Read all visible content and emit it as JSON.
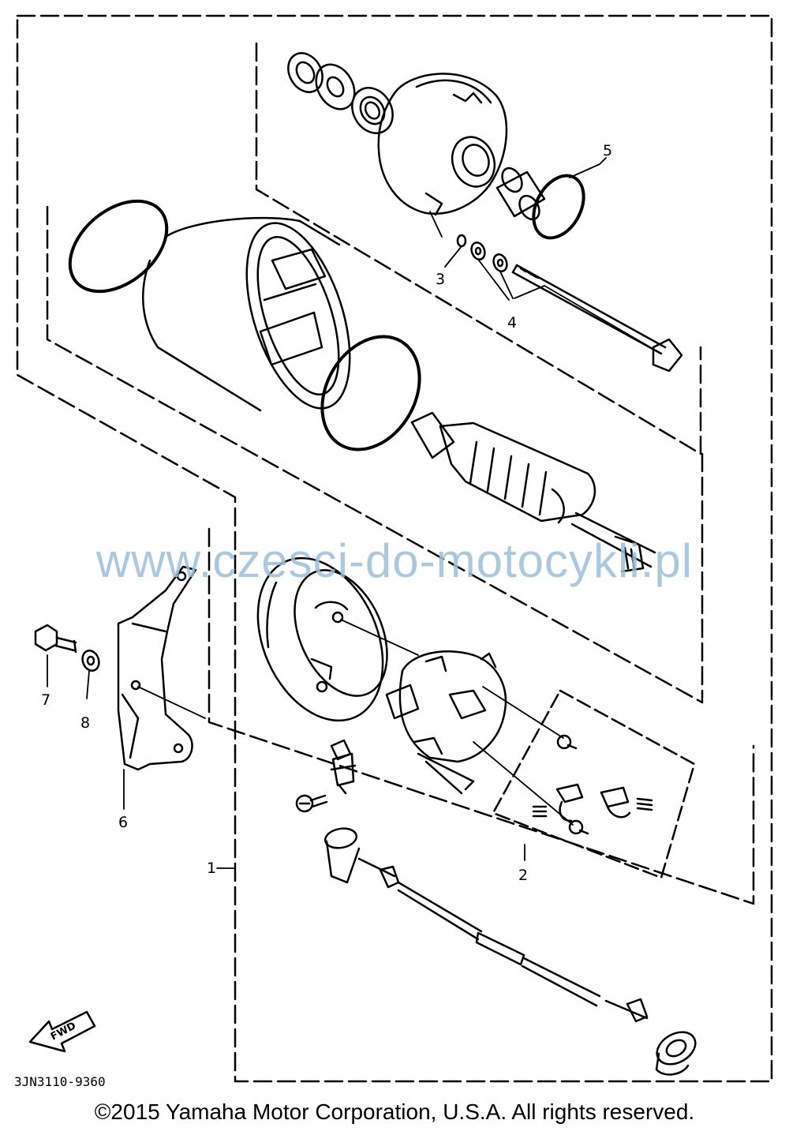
{
  "watermark": "www.czesci-do-motocykli.pl",
  "figure_code": "3JN3110-9360",
  "direction_badge": "FWD",
  "copyright": "©2015 Yamaha Motor Corporation, U.S.A. All rights reserved.",
  "callouts": {
    "c1": "1",
    "c2": "2",
    "c3": "3",
    "c4": "4",
    "c5": "5",
    "c6": "6",
    "c7": "7",
    "c8": "8"
  }
}
